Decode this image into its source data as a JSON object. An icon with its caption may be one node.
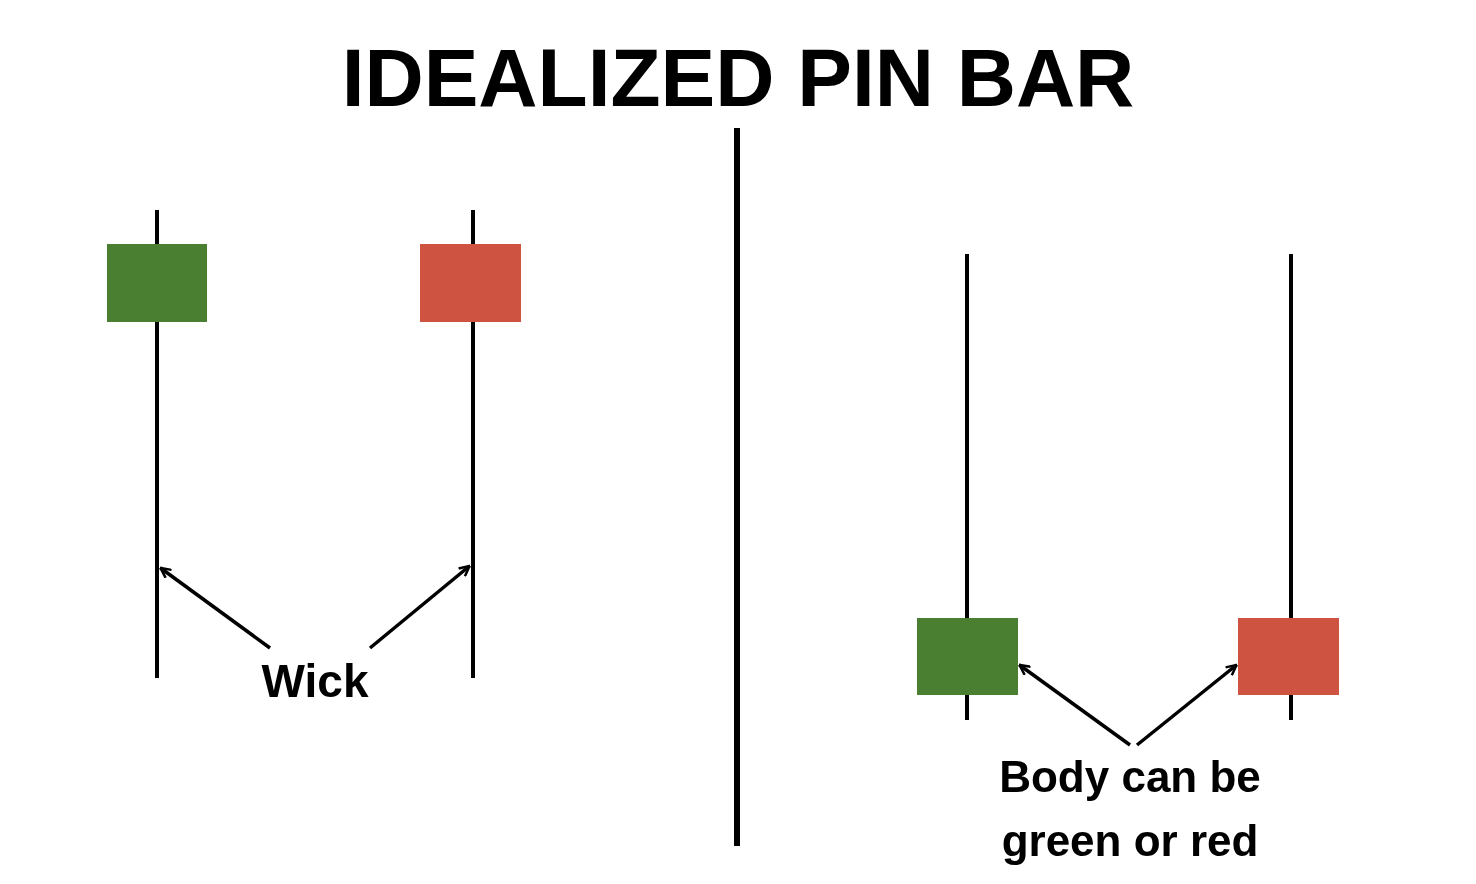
{
  "diagram": {
    "title": "IDEALIZED PIN BAR",
    "nodes": [
      {
        "text": [],
        "shape": "box"
      },
      {
        "text": [],
        "shape": "bar"
      },
      {
        "text": [],
        "shape": "box"
      },
      {
        "text": [],
        "shape": "bar"
      },
      {
        "text": [
          "Wick"
        ]
      },
      {
        "text": [],
        "shape": "bar"
      },
      {
        "text": [],
        "shape": "box"
      },
      {
        "text": [],
        "shape": "bar"
      },
      {
        "text": [],
        "shape": "box"
      },
      {
        "text": [
          "Body can be green or red"
        ]
      }
    ],
    "edges": [
      {
        "from": 4,
        "to": 1,
        "arrow": "to"
      },
      {
        "from": 4,
        "to": 3,
        "arrow": "to"
      },
      {
        "from": 9,
        "to": 6,
        "arrow": "to"
      },
      {
        "from": 9,
        "to": 8,
        "arrow": "to"
      }
    ]
  }
}
